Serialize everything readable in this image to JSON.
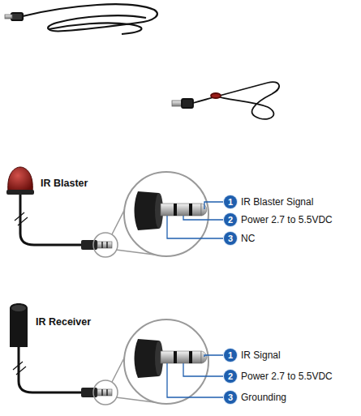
{
  "diagram": {
    "nodes": [
      {
        "text": [
          "1",
          "IR Blaster Signal"
        ]
      },
      {
        "text": [
          "2",
          "Power 2.7 to 5.5VDC"
        ]
      },
      {
        "text": [
          "3",
          "NC"
        ]
      },
      {
        "text": [
          "1",
          "IR Signal"
        ]
      },
      {
        "text": [
          "2",
          "Power 2.7 to 5.5VDC"
        ]
      },
      {
        "text": [
          "3",
          "Grounding"
        ]
      }
    ],
    "labels": [
      "IR Blaster",
      "IR Receiver"
    ]
  }
}
